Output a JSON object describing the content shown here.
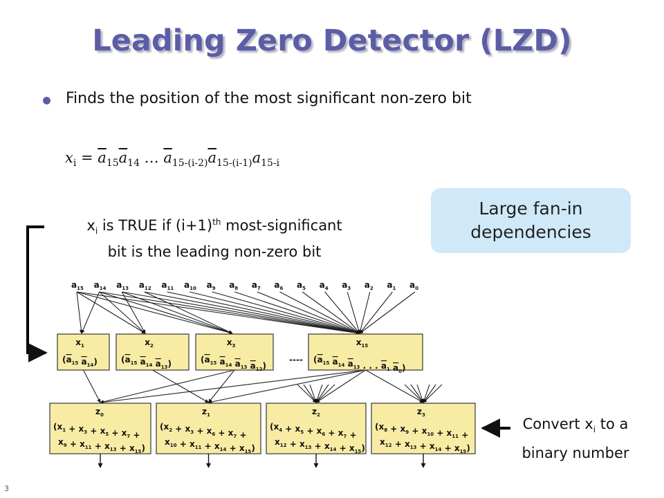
{
  "title": "Leading Zero Detector (LZD)",
  "bullet": "Finds the position of the most significant non-zero bit",
  "formula": {
    "lhs": "x",
    "lhs_sub": "i",
    "eq": " = ",
    "a": "a",
    "s1": "15",
    "s2": "14",
    "dots": " … ",
    "s3": "15-(i-2)",
    "s4": "15-(i-1)",
    "s5": "15-i"
  },
  "note": {
    "x": "x",
    "sub": "i",
    "part1": " is TRUE if (i+1)",
    "sup": "th",
    "part2": " most-significant",
    "line2": "bit is the leading non-zero bit"
  },
  "callout": {
    "line1": "Large fan-in",
    "line2": "dependencies"
  },
  "convert": {
    "part1": "Convert x",
    "sub": "i",
    "part2": " to a",
    "line2": "binary number"
  },
  "page_number": "3",
  "diagram": {
    "inputs": [
      "a15",
      "a14",
      "a13",
      "a12",
      "a11",
      "a10",
      "a9",
      "a8",
      "a7",
      "a6",
      "a5",
      "a4",
      "a3",
      "a2",
      "a1",
      "a0"
    ],
    "x_boxes": [
      {
        "name": "x1",
        "expr": "(a15 a14)"
      },
      {
        "name": "x2",
        "expr": "(a15 a14 a13)"
      },
      {
        "name": "x3",
        "expr": "(a15 a14 a13 a12)"
      },
      {
        "name": "x15",
        "expr": "(a15 a14 a13 . . . a1 a0)"
      }
    ],
    "ellipsis": "----",
    "z_boxes": [
      {
        "name": "z0",
        "line1": "(x1 + x3 + x5 + x7 +",
        "line2": "x9 + x11 + x13 + x15)"
      },
      {
        "name": "z1",
        "line1": "(x2 + x3 + x6 + x7 +",
        "line2": "x10 + x11 + x14 + x15)"
      },
      {
        "name": "z2",
        "line1": "(x4 + x5 + x6 + x7 +",
        "line2": "x12 + x13 + x14 + x15)"
      },
      {
        "name": "z3",
        "line1": "(x8 + x9 + x10 + x11 +",
        "line2": "x12 + x13 + x14 + x15)"
      }
    ]
  }
}
